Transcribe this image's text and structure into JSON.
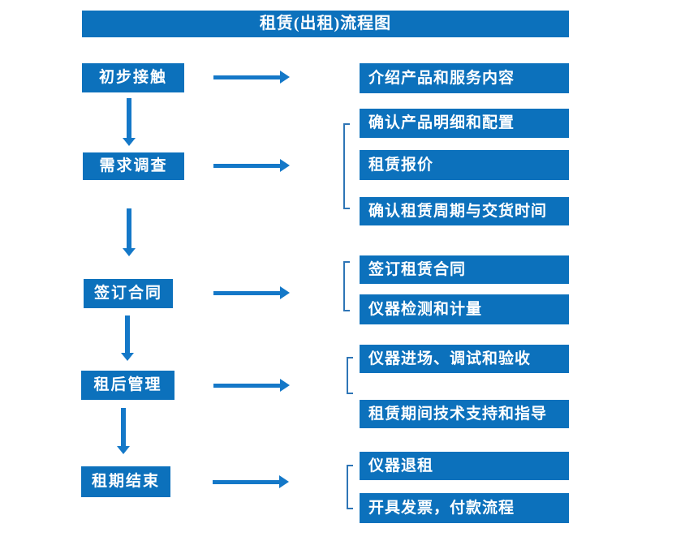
{
  "title": "租赁(出租)流程图",
  "colors": {
    "box_blue": "#0C71BC",
    "arrow_blue": "#1478C8",
    "bracket_blue": "#2E75B6",
    "text": "#FFFFFF",
    "background": "#FFFFFF"
  },
  "steps": [
    {
      "label": "初步接触",
      "details": [
        "介绍产品和服务内容"
      ]
    },
    {
      "label": "需求调查",
      "details": [
        "确认产品明细和配置",
        "租赁报价",
        "确认租赁周期与交货时间"
      ]
    },
    {
      "label": "签订合同",
      "details": [
        "签订租赁合同",
        "仪器检测和计量"
      ]
    },
    {
      "label": "租后管理",
      "details": [
        "仪器进场、调试和验收",
        "租赁期间技术支持和指导"
      ]
    },
    {
      "label": "租期结束",
      "details": [
        "仪器退租",
        "开具发票，付款流程"
      ]
    }
  ]
}
